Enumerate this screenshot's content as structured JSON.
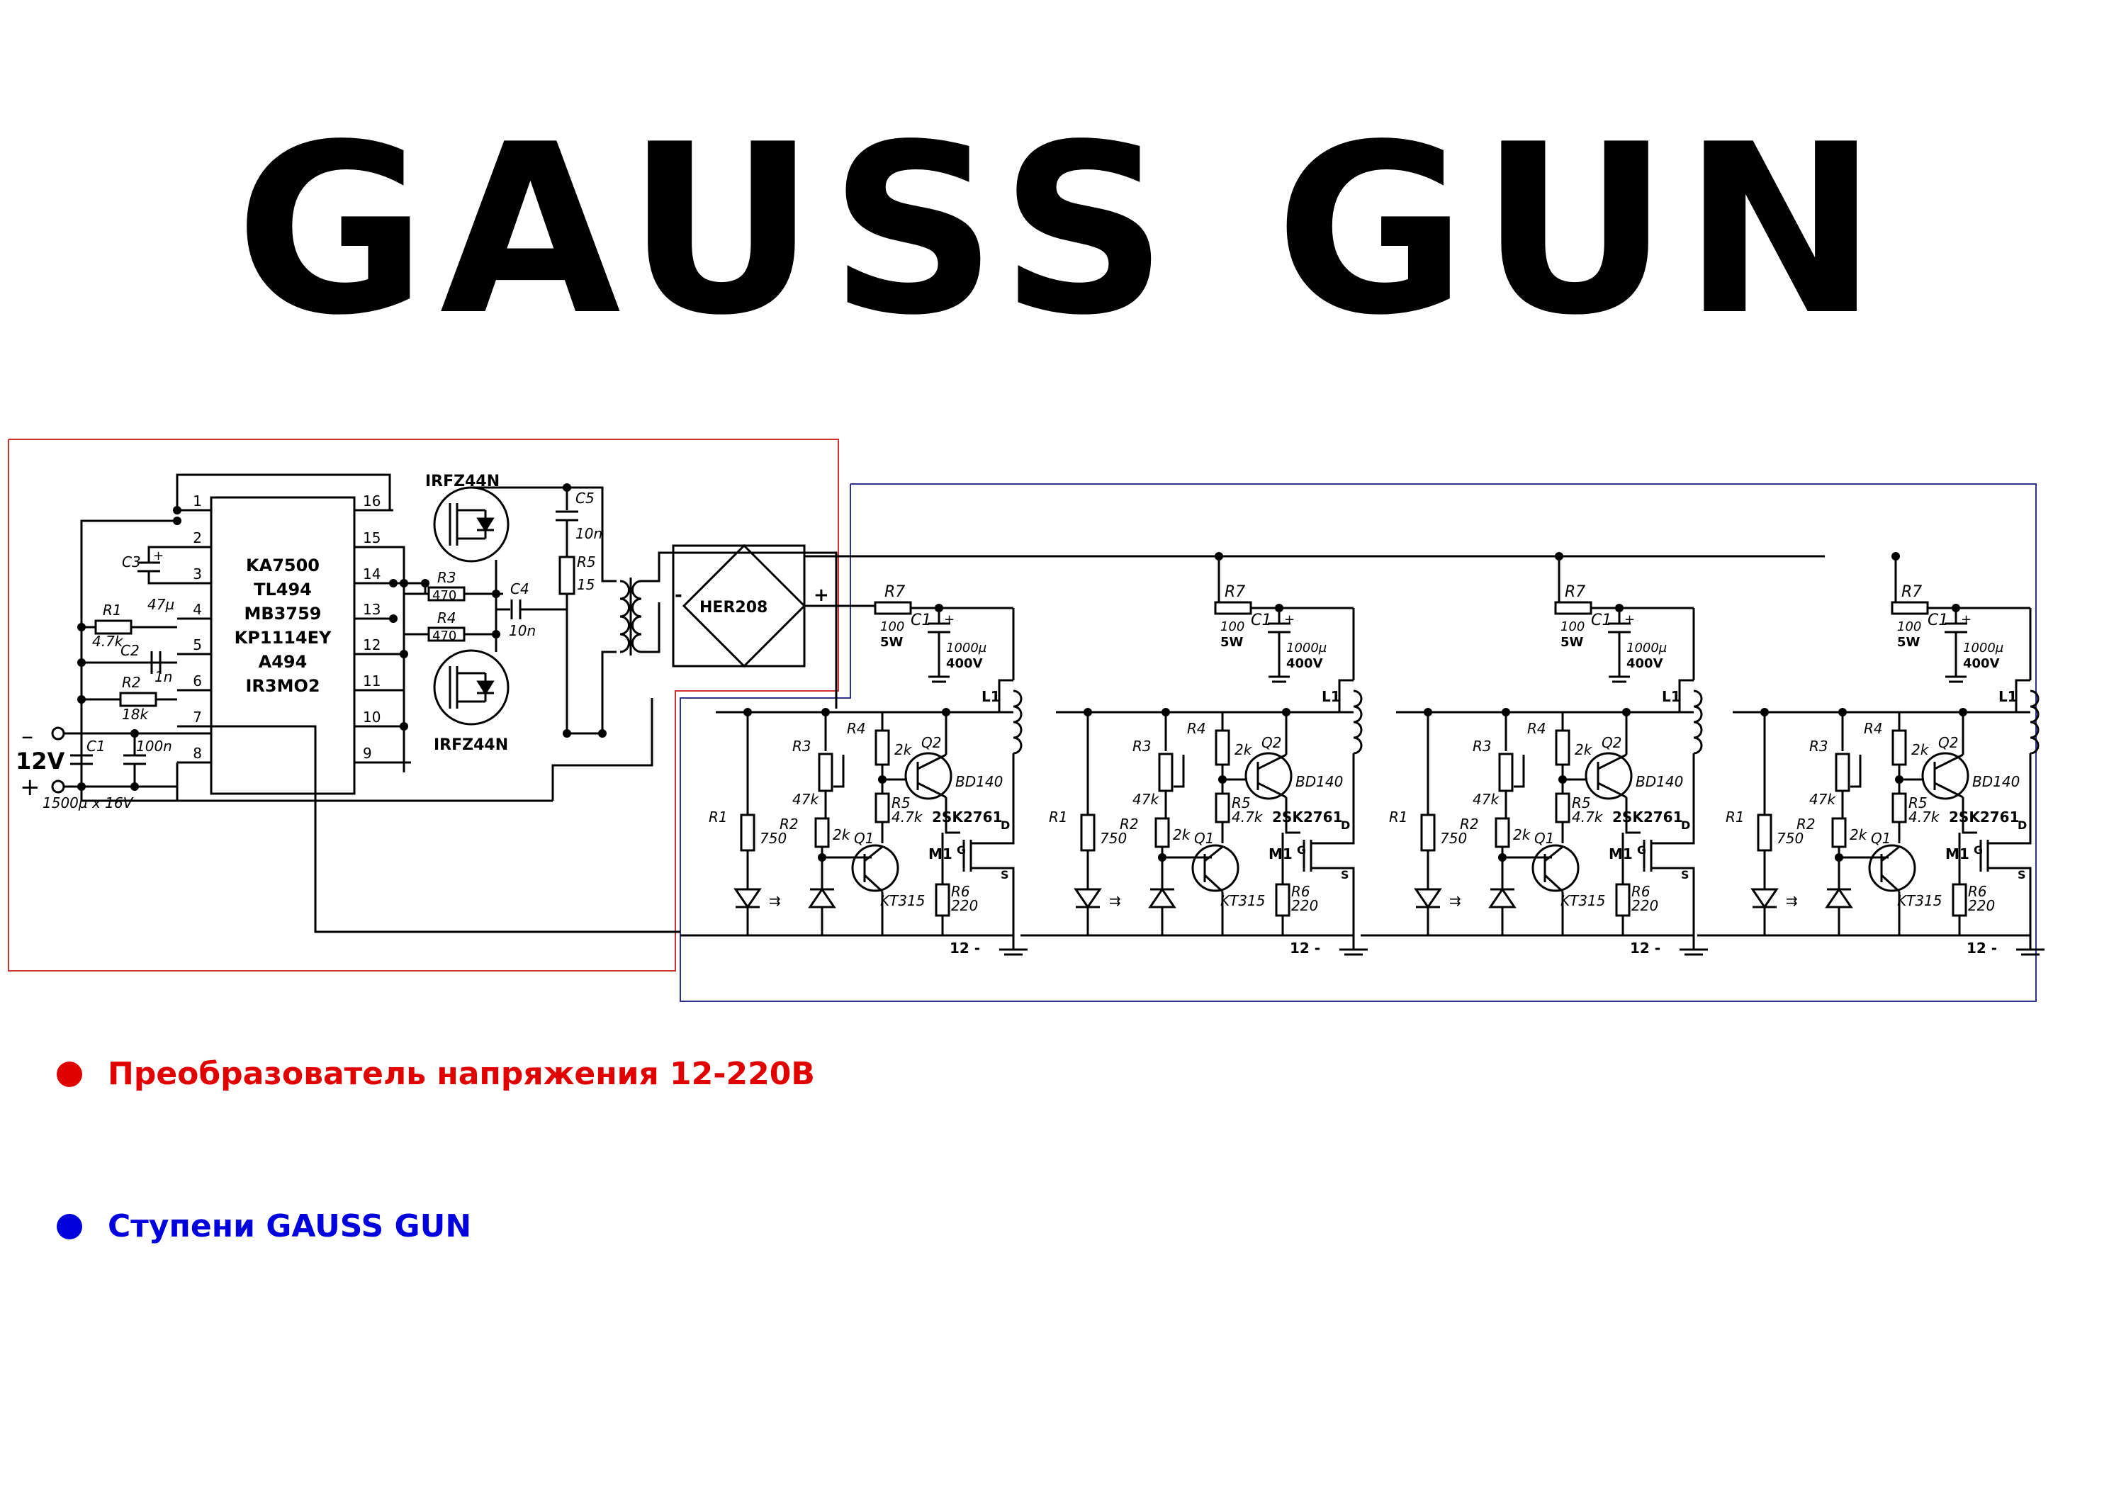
{
  "title": "GAUSS GUN",
  "colors": {
    "converter_frame": "#d03030",
    "stages_frame": "#303090",
    "legend_red": "#e00000",
    "legend_blue": "#0000dd"
  },
  "ic": {
    "parts": [
      "KA7500",
      "TL494",
      "MB3759",
      "KP1114EY",
      "A494",
      "IR3MO2"
    ],
    "pins_left": [
      "1",
      "2",
      "3",
      "4",
      "5",
      "6",
      "7",
      "8"
    ],
    "pins_right": [
      "16",
      "15",
      "14",
      "13",
      "12",
      "11",
      "10",
      "9"
    ]
  },
  "converter": {
    "supply": "12V",
    "c1_label": "C1",
    "c1_value": "1500µ x 16V",
    "c100n": "100n",
    "c3_label": "C3",
    "c3_value": "47µ",
    "r1_label": "R1",
    "r1_value": "4.7k",
    "c2_label": "C2",
    "c2_value": "1n",
    "r2_label": "R2",
    "r2_value": "18k",
    "mosfet_top": "IRFZ44N",
    "mosfet_bottom": "IRFZ44N",
    "r3_label": "R3",
    "r3_value": "470",
    "r4_label": "R4",
    "r4_value": "470",
    "c4_label": "C4",
    "c4_value": "10n",
    "c5_label": "C5",
    "c5_value": "10n",
    "r5_label": "R5",
    "r5_value": "15",
    "bridge": "HER208"
  },
  "stage": {
    "r7_label": "R7",
    "r7_value": "100",
    "r7_power": "5W",
    "c1_label": "C1",
    "c1_value": "1000µ",
    "c1_voltage": "400V",
    "l1": "L1",
    "r4_label": "R4",
    "r4_value": "2k",
    "r3_label": "R3",
    "r3_value": "47k",
    "q2": "Q2",
    "q2_part": "BD140",
    "r5_label": "R5",
    "r5_value": "4.7k",
    "m_part": "2SK2761",
    "m1": "M1",
    "r1_label": "R1",
    "r1_value": "750",
    "r2_label": "R2",
    "r2_value": "2k",
    "q1": "Q1",
    "q1_part": "KT315",
    "r6_label": "R6",
    "r6_value": "220",
    "ground": "12 -",
    "pin_d": "D",
    "pin_g": "G",
    "pin_s": "S"
  },
  "legend": [
    {
      "text": "Преобразователь напряжения 12-220В",
      "color": "#e00000"
    },
    {
      "text": "Ступени GAUSS GUN",
      "color": "#0000dd"
    }
  ]
}
